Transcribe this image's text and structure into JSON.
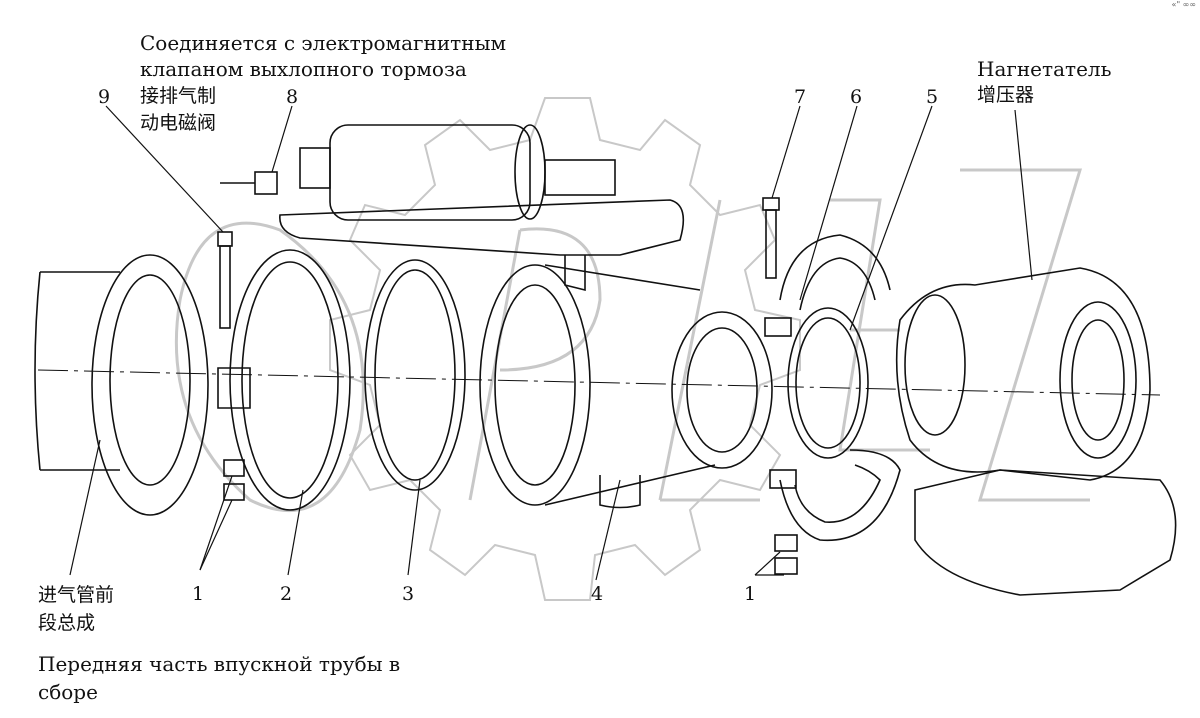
{
  "corner_mark": "«\" ∞∞",
  "labels": {
    "brake_valve_ru_line1": "Соединяется с электромагнитным",
    "brake_valve_ru_line2": "клапаном выхлопного тормоза",
    "brake_valve_cn_line1": "接排气制",
    "brake_valve_cn_line2": "动电磁阀",
    "turbo_ru": "Нагнетатель",
    "turbo_cn": "增压器",
    "intake_front_cn_line1": "进气管前",
    "intake_front_cn_line2": "段总成",
    "intake_front_ru_line1": "Передняя часть впускной трубы в",
    "intake_front_ru_line2": "сборе"
  },
  "callouts": {
    "n9": "9",
    "n8": "8",
    "n7": "7",
    "n6": "6",
    "n5": "5",
    "n1_left": "1",
    "n2": "2",
    "n3": "3",
    "n4": "4",
    "n1_right": "1"
  },
  "colors": {
    "line": "#111111",
    "watermark": "#c8c8c8"
  }
}
